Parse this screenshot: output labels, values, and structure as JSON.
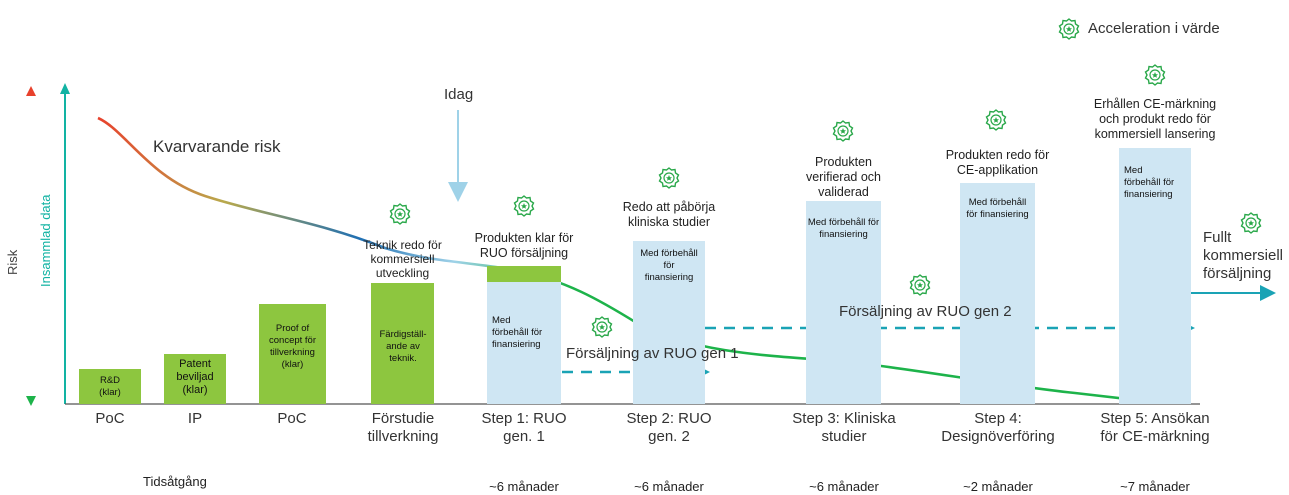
{
  "legend": {
    "label": "Acceleration i värde",
    "icon": "award-icon"
  },
  "axes": {
    "risk_label": "Risk",
    "data_label": "Insammlad data",
    "time_label": "Tidsåtgång",
    "colors": {
      "risk_top": "#e8412c",
      "risk_bottom": "#1db34a",
      "data_axis": "#12b3a3",
      "remaining_risk_curve": "#1db34a"
    }
  },
  "curve_label": "Kvarvarande risk",
  "today_label": "Idag",
  "stages": [
    {
      "bar_text": "R&D (klar)",
      "axis_label": "PoC",
      "duration": ""
    },
    {
      "bar_text": "Patent beviljad (klar)",
      "axis_label": "IP",
      "duration": ""
    },
    {
      "bar_text": "Proof of concept för tillverkning (klar)",
      "axis_label": "PoC",
      "duration": ""
    },
    {
      "bar_text": "Färdigställ-ande av teknik.",
      "axis_label": "Förstudie tillverkning",
      "duration": "",
      "milestone": "Teknik redo för kommersiell utveckling"
    },
    {
      "bar_text": "Med förbehåll för finansiering",
      "axis_label": "Step 1: RUO gen. 1",
      "duration": "~6 månader",
      "milestone": "Produkten klar för RUO försäljning"
    },
    {
      "bar_text": "Med förbehåll för finansiering",
      "axis_label": "Step 2: RUO gen. 2",
      "duration": "~6 månader",
      "milestone": "Redo att påbörja kliniska studier"
    },
    {
      "bar_text": "Med förbehåll för finansiering",
      "axis_label": "Step 3: Kliniska studier",
      "duration": "~6 månader",
      "milestone": "Produkten verifierad och validerad"
    },
    {
      "bar_text": "Med förbehåll för finansiering",
      "axis_label": "Step 4: Designöverföring",
      "duration": "~2 månader",
      "milestone": "Produkten redo för CE-applikation"
    },
    {
      "bar_text": "Med förbehåll för finansiering",
      "axis_label": "Step 5: Ansökan för CE-märkning",
      "duration": "~7 månader",
      "milestone": "Erhållen CE-märkning och produkt redo för kommersiell lansering"
    }
  ],
  "sales": {
    "ruo_gen1": "Försäljning av RUO gen 1",
    "ruo_gen2": "Försäljning av RUO gen 2",
    "full": "Fullt kommersiell försäljning"
  },
  "colors": {
    "completed_bar": "#8dc63f",
    "future_bar": "#cfe6f3",
    "arrow": "#1aa3b5"
  }
}
